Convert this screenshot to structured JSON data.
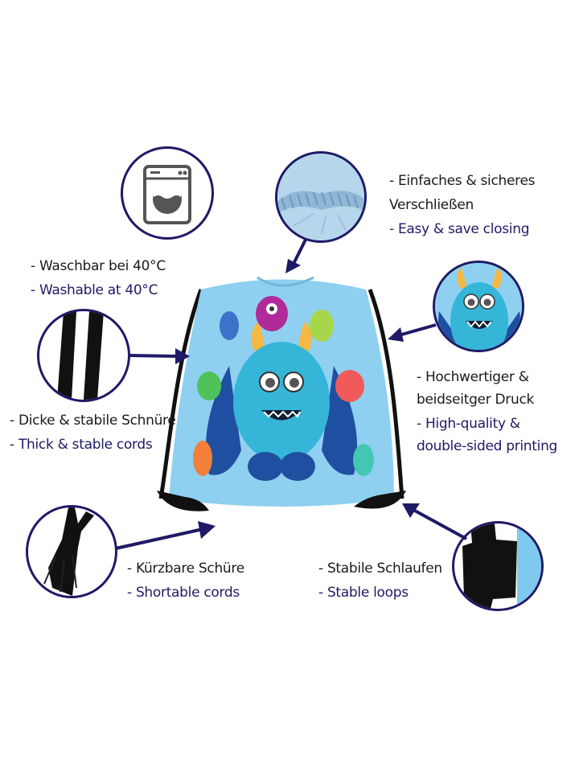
{
  "colors": {
    "accent_navy": "#1f1a66",
    "text_dark": "#1a1a1a",
    "bag_blue": "#8fd0f0",
    "cord_black": "#111111",
    "background": "#ffffff"
  },
  "features": [
    {
      "id": "washable",
      "icon": "washing-machine-icon",
      "lines": [
        "- Waschbar bei 40°C",
        "- Washable at 40°C"
      ]
    },
    {
      "id": "closing",
      "icon": "drawstring-closure-photo",
      "lines": [
        "- Einfaches & sicheres",
        "Verschließen",
        "- Easy & save closing"
      ]
    },
    {
      "id": "cords",
      "icon": "cords-photo",
      "lines": [
        "- Dicke & stabile Schnüre",
        "- Thick & stable cords"
      ]
    },
    {
      "id": "printing",
      "icon": "monster-print-photo",
      "lines": [
        "- Hochwertiger &",
        "beidseitger Druck",
        "- High-quality &",
        "double-sided printing"
      ]
    },
    {
      "id": "shortable",
      "icon": "cord-knot-photo",
      "lines": [
        "- Kürzbare Schüre",
        "- Shortable cords"
      ]
    },
    {
      "id": "loops",
      "icon": "loop-photo",
      "lines": [
        "- Stabile Schlaufen",
        "- Stable loops"
      ]
    }
  ],
  "product": {
    "name": "drawstring-bag",
    "print": "blue monster"
  }
}
